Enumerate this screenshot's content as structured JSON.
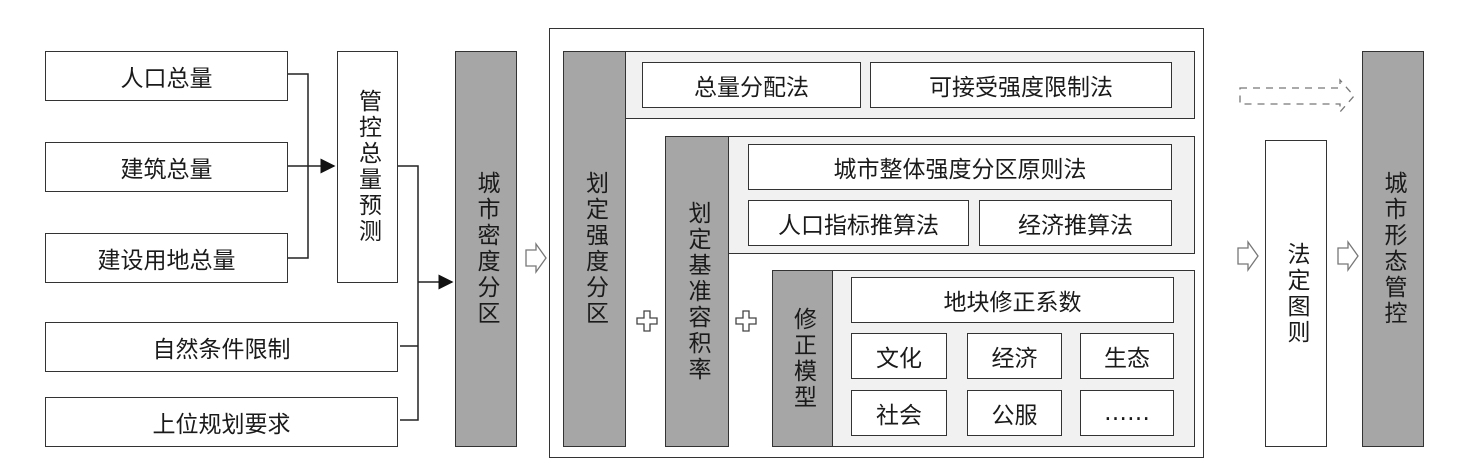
{
  "inputs": {
    "population_total": "人口总量",
    "building_total": "建筑总量",
    "construction_land_total": "建设用地总量",
    "natural_conditions_limit": "自然条件限制",
    "upper_planning_requirements": "上位规划要求"
  },
  "control_total_forecast": "管控总量预测",
  "urban_density_zoning": "城市密度分区",
  "intensity_zoning": {
    "title": "划定强度分区",
    "methods": [
      "总量分配法",
      "可接受强度限制法"
    ]
  },
  "benchmark_far": {
    "title": "划定基准容积率",
    "overall_method": "城市整体强度分区原则法",
    "population_method": "人口指标推算法",
    "economic_method": "经济推算法"
  },
  "correction_model": {
    "title": "修正模型",
    "coefficient_title": "地块修正系数",
    "factors": [
      "文化",
      "经济",
      "生态",
      "社会",
      "公服",
      "……"
    ]
  },
  "statutory_plan": "法定图则",
  "urban_form_control": "城市形态管控"
}
